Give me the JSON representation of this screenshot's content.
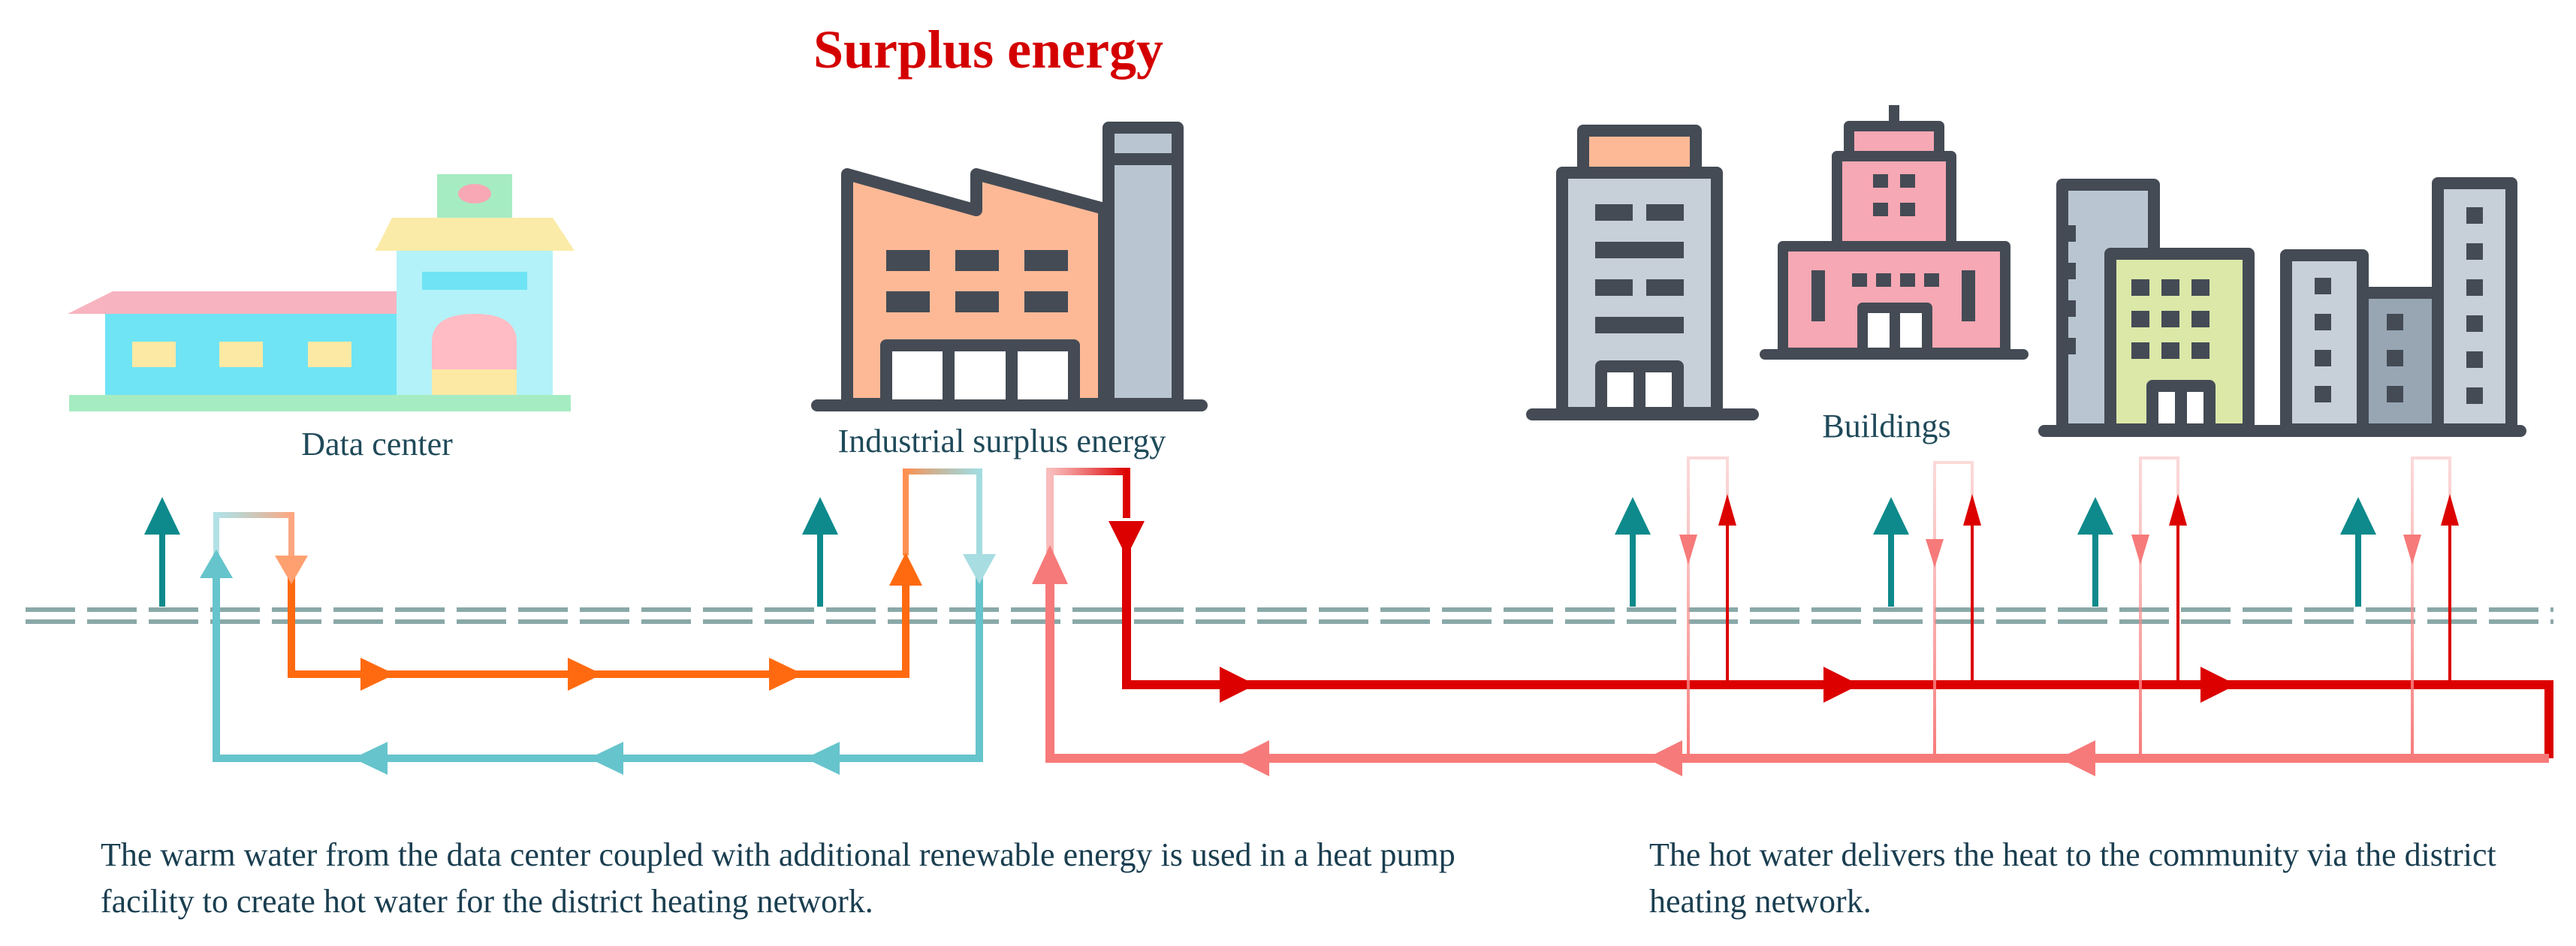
{
  "title": "Surplus energy",
  "labels": {
    "data_center": "Data center",
    "industrial": "Industrial surplus energy",
    "buildings": "Buildings"
  },
  "captions": {
    "left": "The warm water from the data center coupled with additional renewable energy is used in a heat pump facility to create hot water for the district heating network.",
    "right": "The hot water delivers the heat to the community via the district heating network."
  },
  "colors": {
    "title": "#d40000",
    "orange_supply": "#ff6a10",
    "teal_return": "#66c4cc",
    "red_supply": "#dc0000",
    "pink_return": "#f77a7a",
    "up_arrow": "#0e8a8c",
    "ground": "#8aa8a8",
    "outline": "#444b55"
  },
  "icons": {
    "data_center": "data-center-building-icon",
    "factory": "factory-icon",
    "buildings": [
      "office-tower-icon",
      "pink-building-icon",
      "green-building-icon",
      "apartment-block-icon"
    ],
    "up_arrow": "up-arrow-icon"
  }
}
